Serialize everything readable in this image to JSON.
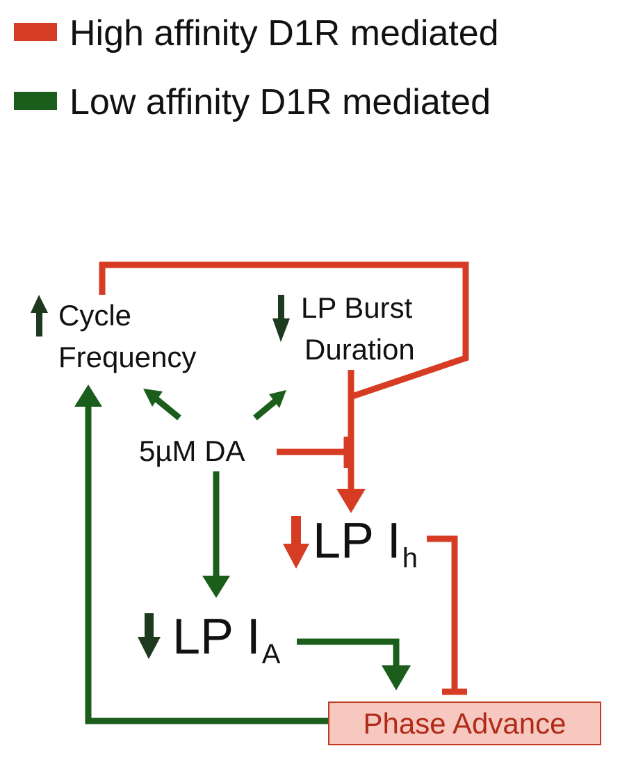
{
  "colors": {
    "high_affinity": "#d63c23",
    "low_affinity": "#1b5e1c",
    "dark_arrow": "#1e3a1e",
    "box_fill": "#f6c8c0"
  },
  "legend": [
    {
      "label": "High affinity D1R mediated",
      "color": "#d63c23"
    },
    {
      "label": "Low affinity D1R mediated",
      "color": "#1b5e1c"
    }
  ],
  "nodes": {
    "cycle_frequency": {
      "line1": "Cycle",
      "line2": "Frequency"
    },
    "lp_burst_duration": {
      "line1": "LP Burst",
      "line2": "Duration"
    },
    "da": {
      "label": "5µM DA"
    },
    "lp_ih": {
      "label": "LP I",
      "sub": "h"
    },
    "lp_ia": {
      "label": "LP I",
      "sub": "A"
    },
    "phase_advance": {
      "label": "Phase Advance"
    }
  }
}
